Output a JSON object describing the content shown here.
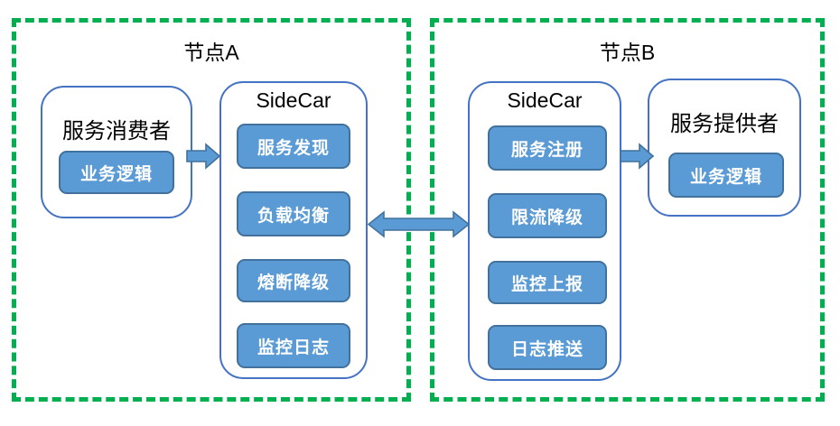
{
  "colors": {
    "node-border": "#00B050",
    "box-border": "#4472C4",
    "button-fill": "#5B9BD5",
    "button-border": "#41719C",
    "button-text": "#ffffff",
    "label-text": "#000000",
    "canvas-bg": "#ffffff"
  },
  "node_a": {
    "title": "节点A",
    "consumer": {
      "title": "服务消费者",
      "logic_button": "业务逻辑"
    },
    "sidecar": {
      "title": "SideCar",
      "items": [
        "服务发现",
        "负载均衡",
        "熔断降级",
        "监控日志"
      ]
    }
  },
  "node_b": {
    "title": "节点B",
    "sidecar": {
      "title": "SideCar",
      "items": [
        "服务注册",
        "限流降级",
        "监控上报",
        "日志推送"
      ]
    },
    "provider": {
      "title": "服务提供者",
      "logic_button": "业务逻辑"
    }
  },
  "arrows": [
    {
      "id": "consumer-to-sidecar-a",
      "type": "right"
    },
    {
      "id": "sidecar-a-to-sidecar-b",
      "type": "double"
    },
    {
      "id": "sidecar-b-to-provider",
      "type": "right"
    }
  ]
}
